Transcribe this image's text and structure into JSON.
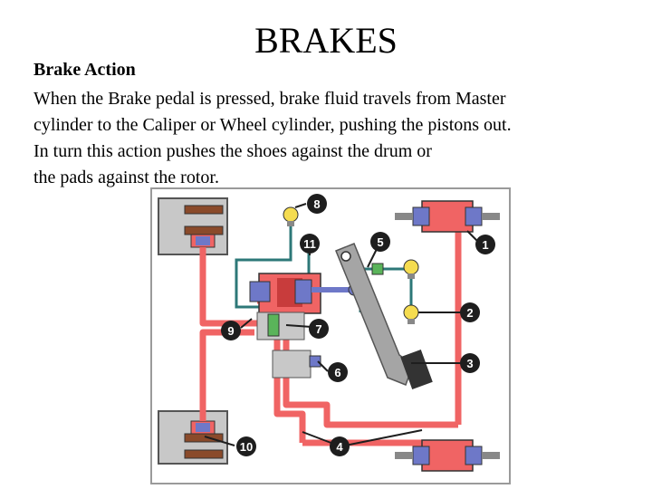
{
  "slide": {
    "title": "BRAKES",
    "heading": "Brake Action",
    "body_lines": [
      "When the Brake pedal is pressed, brake fluid travels from Master",
      "cylinder to the Caliper or Wheel cylinder, pushing the pistons out.",
      "In turn this action pushes the shoes against the drum or",
      "the pads against the rotor."
    ]
  },
  "diagram": {
    "callouts": [
      "1",
      "2",
      "3",
      "4",
      "5",
      "6",
      "7",
      "8",
      "9",
      "10",
      "11"
    ],
    "colors": {
      "fluid": "#f06464",
      "fluid_dark": "#c83c3c",
      "piston": "#6e78c8",
      "switch": "#5ab45a",
      "wire": "#2d7878",
      "pedal": "#a5a5a5",
      "frame": "#c8c8c8",
      "callout": "#1e1e1e",
      "lamp": "#f5dc50"
    }
  }
}
